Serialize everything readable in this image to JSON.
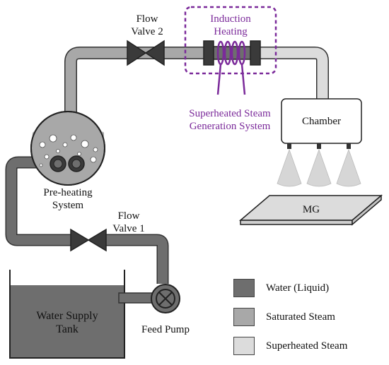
{
  "labels": {
    "flow_valve_2": [
      "Flow",
      "Valve 2"
    ],
    "induction_heating": [
      "Induction",
      "Heating"
    ],
    "superheated_steam_generation": [
      "Superheated Steam",
      "Generation System"
    ],
    "chamber": "Chamber",
    "mg": "MG",
    "preheating_system": [
      "Pre-heating",
      "System"
    ],
    "flow_valve_1": [
      "Flow",
      "Valve 1"
    ],
    "water_supply_tank": [
      "Water Supply",
      "Tank"
    ],
    "feed_pump": "Feed Pump"
  },
  "legend": [
    {
      "label": "Water (Liquid)",
      "color": "#6e6e6e"
    },
    {
      "label": "Saturated Steam",
      "color": "#a8a8a8"
    },
    {
      "label": "Superheated Steam",
      "color": "#dcdcdc"
    }
  ],
  "colors": {
    "water": "#6e6e6e",
    "saturated_steam": "#a8a8a8",
    "superheated_steam": "#dcdcdc",
    "induction": "#7b2a9a",
    "outline": "#333333"
  }
}
